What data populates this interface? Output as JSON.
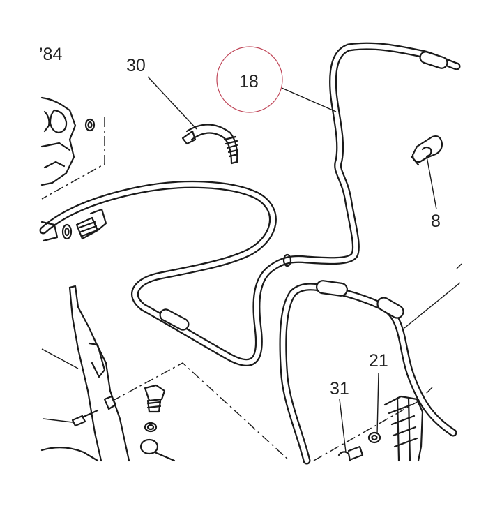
{
  "diagram": {
    "callouts": {
      "c84": "’84",
      "c30": "30",
      "c18": "18",
      "c8": "8",
      "c21": "21",
      "c31": "31"
    },
    "highlight_color": "#c0485a",
    "line_color": "#1a1a1a"
  }
}
